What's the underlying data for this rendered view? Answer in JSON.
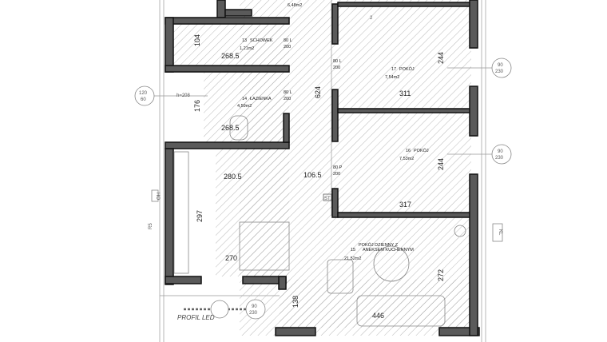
{
  "plan": {
    "rooms": [
      {
        "number": "13",
        "name": "SCHOWEK",
        "area": "1,21m2"
      },
      {
        "number": "14",
        "name": "ŁAZIENKA",
        "area": "4,59m2"
      },
      {
        "number": "17",
        "name": "POKÓJ",
        "area": "7,54m2"
      },
      {
        "number": "16",
        "name": "POKÓJ",
        "area": "7,53m2"
      },
      {
        "number": "15",
        "name": "POKÓJ DZIENNY Z",
        "name2": "ANEKSEM KUCHENNYM",
        "area": "21,52m2"
      },
      {
        "area": "6,48m2"
      }
    ],
    "dimensions": {
      "schowek_h": "104",
      "schowek_w": "268.5",
      "bath_h": "176",
      "bath_w": "268.5",
      "window_h": "h=208",
      "corridor": "624",
      "corridor_w": "106.5",
      "kitchen_w": "280.5",
      "kitchen_h": "297",
      "kitchen_w2": "270",
      "room17_w": "311",
      "room17_h": "244",
      "room16_w": "317",
      "room16_h": "244",
      "living_w": "446",
      "living_h": "272",
      "entry": "138"
    },
    "doors": {
      "d1": "80 L",
      "d1b": "200",
      "d2": "80 L",
      "d2b": "200",
      "d3": "80 L",
      "d3b": "200",
      "d4": "80 P",
      "d4b": "200"
    },
    "windows": {
      "w_left_top": "120",
      "w_left_bot": "60",
      "w_r1_top": "90",
      "w_r1_bot": "230",
      "w_r2_top": "90",
      "w_r2_bot": "230",
      "w_bottom_top": "90",
      "w_bottom_bot": "230"
    },
    "annotations": {
      "profil": "PROFIL LED",
      "st": "ST",
      "kl": "KL",
      "r5": "R5",
      "ho": "HO",
      "outlet": "2"
    }
  }
}
